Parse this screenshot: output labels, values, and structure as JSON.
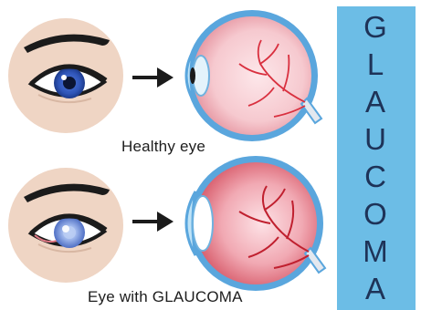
{
  "diagram": {
    "captions": {
      "healthy": "Healthy eye",
      "glaucoma": "Eye with GLAUCOMA"
    },
    "banner": {
      "title": "GLAUCOMA",
      "letters": [
        "G",
        "L",
        "A",
        "U",
        "C",
        "O",
        "M",
        "A"
      ],
      "background_color": "#6cbde6",
      "text_color": "#1e3358"
    },
    "colors": {
      "skin": "#efd5c4",
      "healthy_iris": "#2f55b8",
      "glaucoma_iris": "#6e8fd6",
      "eyeball_fill": "#f6c9cf",
      "sclera_outline": "#5aa6dd",
      "vessels": "#d9303f"
    },
    "icons": {
      "healthy_eye_front": "healthy-eye-icon",
      "healthy_eye_section": "healthy-eyeball-cross-section",
      "glaucoma_eye_front": "cloudy-eye-icon",
      "glaucoma_eye_section": "glaucoma-eyeball-cross-section",
      "arrow": "right-arrow-icon"
    }
  }
}
